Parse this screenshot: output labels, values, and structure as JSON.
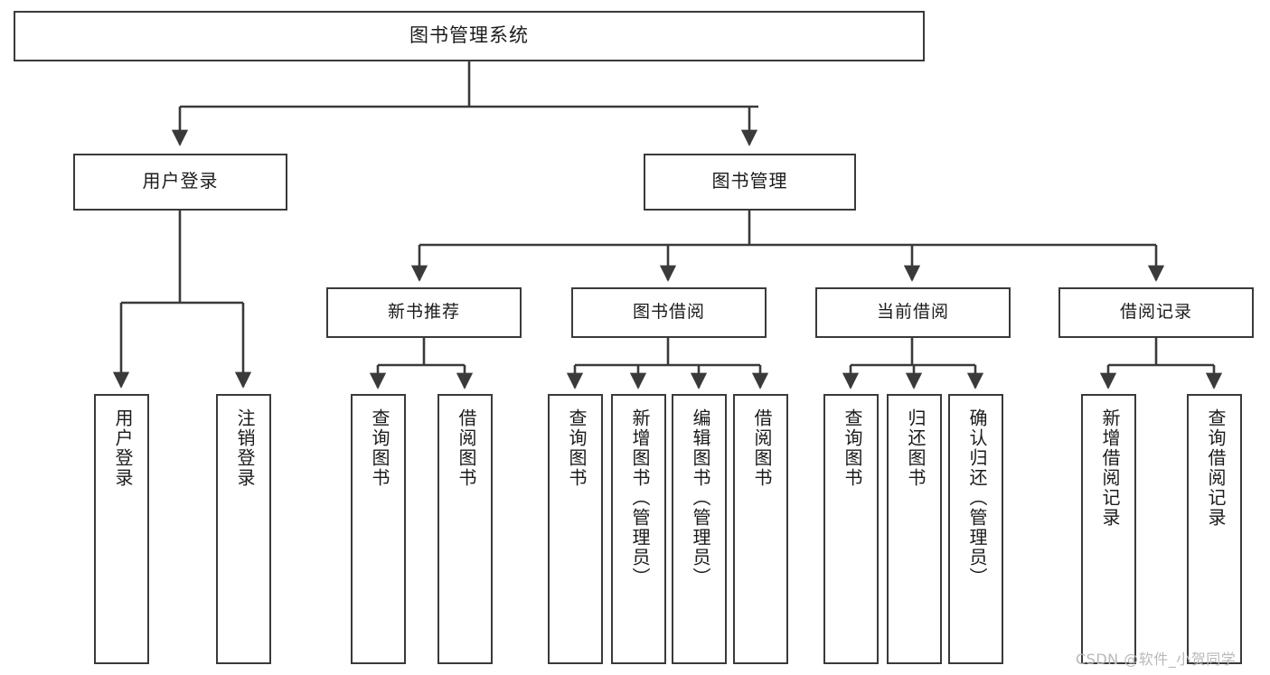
{
  "diagram": {
    "type": "tree-hierarchy",
    "title": "图书管理系统",
    "watermark": "CSDN @软件_小贺同学",
    "colors": {
      "box_border": "#3a3a3a",
      "box_fill": "#ffffff",
      "text": "#1b1b1b",
      "connector": "#3a3a3a",
      "watermark": "#b9b9b9",
      "background": "#ffffff"
    },
    "root": {
      "id": "root",
      "label": "图书管理系统"
    },
    "level1": [
      {
        "id": "user-login",
        "label": "用户登录"
      },
      {
        "id": "book-management",
        "label": "图书管理"
      }
    ],
    "level2": [
      {
        "id": "new-book-recommend",
        "label": "新书推荐",
        "parent": "book-management"
      },
      {
        "id": "book-borrow",
        "label": "图书借阅",
        "parent": "book-management"
      },
      {
        "id": "current-borrow",
        "label": "当前借阅",
        "parent": "book-management"
      },
      {
        "id": "borrow-record",
        "label": "借阅记录",
        "parent": "book-management"
      }
    ],
    "leaves": [
      {
        "id": "leaf-user-login",
        "label": "用户登录",
        "parent": "user-login"
      },
      {
        "id": "leaf-user-logout",
        "label": "注销登录",
        "parent": "user-login"
      },
      {
        "id": "leaf-query-book-rec",
        "label": "查询图书",
        "parent": "new-book-recommend"
      },
      {
        "id": "leaf-borrow-book-rec",
        "label": "借阅图书",
        "parent": "new-book-recommend"
      },
      {
        "id": "leaf-query-book-borrow",
        "label": "查询图书",
        "parent": "book-borrow"
      },
      {
        "id": "leaf-add-book-admin",
        "label": "新增图书（管理员）",
        "parent": "book-borrow"
      },
      {
        "id": "leaf-edit-book-admin",
        "label": "编辑图书（管理员）",
        "parent": "book-borrow"
      },
      {
        "id": "leaf-borrow-book",
        "label": "借阅图书",
        "parent": "book-borrow"
      },
      {
        "id": "leaf-query-book-current",
        "label": "查询图书",
        "parent": "current-borrow"
      },
      {
        "id": "leaf-return-book",
        "label": "归还图书",
        "parent": "current-borrow"
      },
      {
        "id": "leaf-confirm-return-admin",
        "label": "确认归还（管理员）",
        "parent": "current-borrow"
      },
      {
        "id": "leaf-add-borrow-record",
        "label": "新增借阅记录",
        "parent": "borrow-record"
      },
      {
        "id": "leaf-query-borrow-record",
        "label": "查询借阅记录",
        "parent": "borrow-record"
      }
    ]
  }
}
